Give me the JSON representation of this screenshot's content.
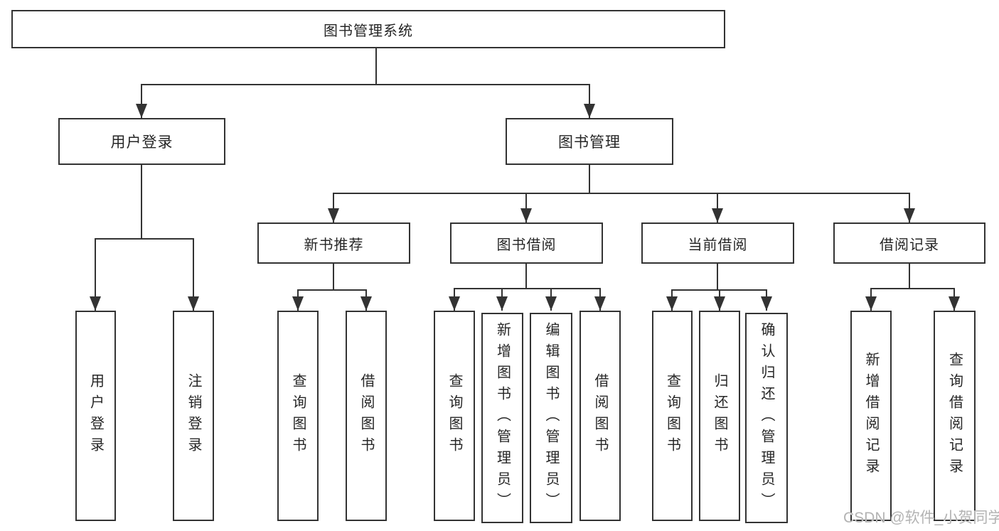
{
  "colors": {
    "line": "#333333",
    "text": "#262626",
    "background": "#ffffff",
    "watermark": "#b3b3b3"
  },
  "watermark": {
    "text": "CSDN @软件_小贺同学"
  },
  "tree": {
    "root": {
      "label": "图书管理系统",
      "children": [
        {
          "label": "用户登录",
          "children": [
            {
              "label": "用户登录"
            },
            {
              "label": "注销登录"
            }
          ]
        },
        {
          "label": "图书管理",
          "children": [
            {
              "label": "新书推荐",
              "children": [
                {
                  "label": "查询图书"
                },
                {
                  "label": "借阅图书"
                }
              ]
            },
            {
              "label": "图书借阅",
              "children": [
                {
                  "label": "查询图书"
                },
                {
                  "label": "新增图书（管理员）"
                },
                {
                  "label": "编辑图书（管理员）"
                },
                {
                  "label": "借阅图书"
                }
              ]
            },
            {
              "label": "当前借阅",
              "children": [
                {
                  "label": "查询图书"
                },
                {
                  "label": "归还图书"
                },
                {
                  "label": "确认归还（管理员）"
                }
              ]
            },
            {
              "label": "借阅记录",
              "children": [
                {
                  "label": "新增借阅记录"
                },
                {
                  "label": "查询借阅记录"
                }
              ]
            }
          ]
        }
      ]
    }
  }
}
